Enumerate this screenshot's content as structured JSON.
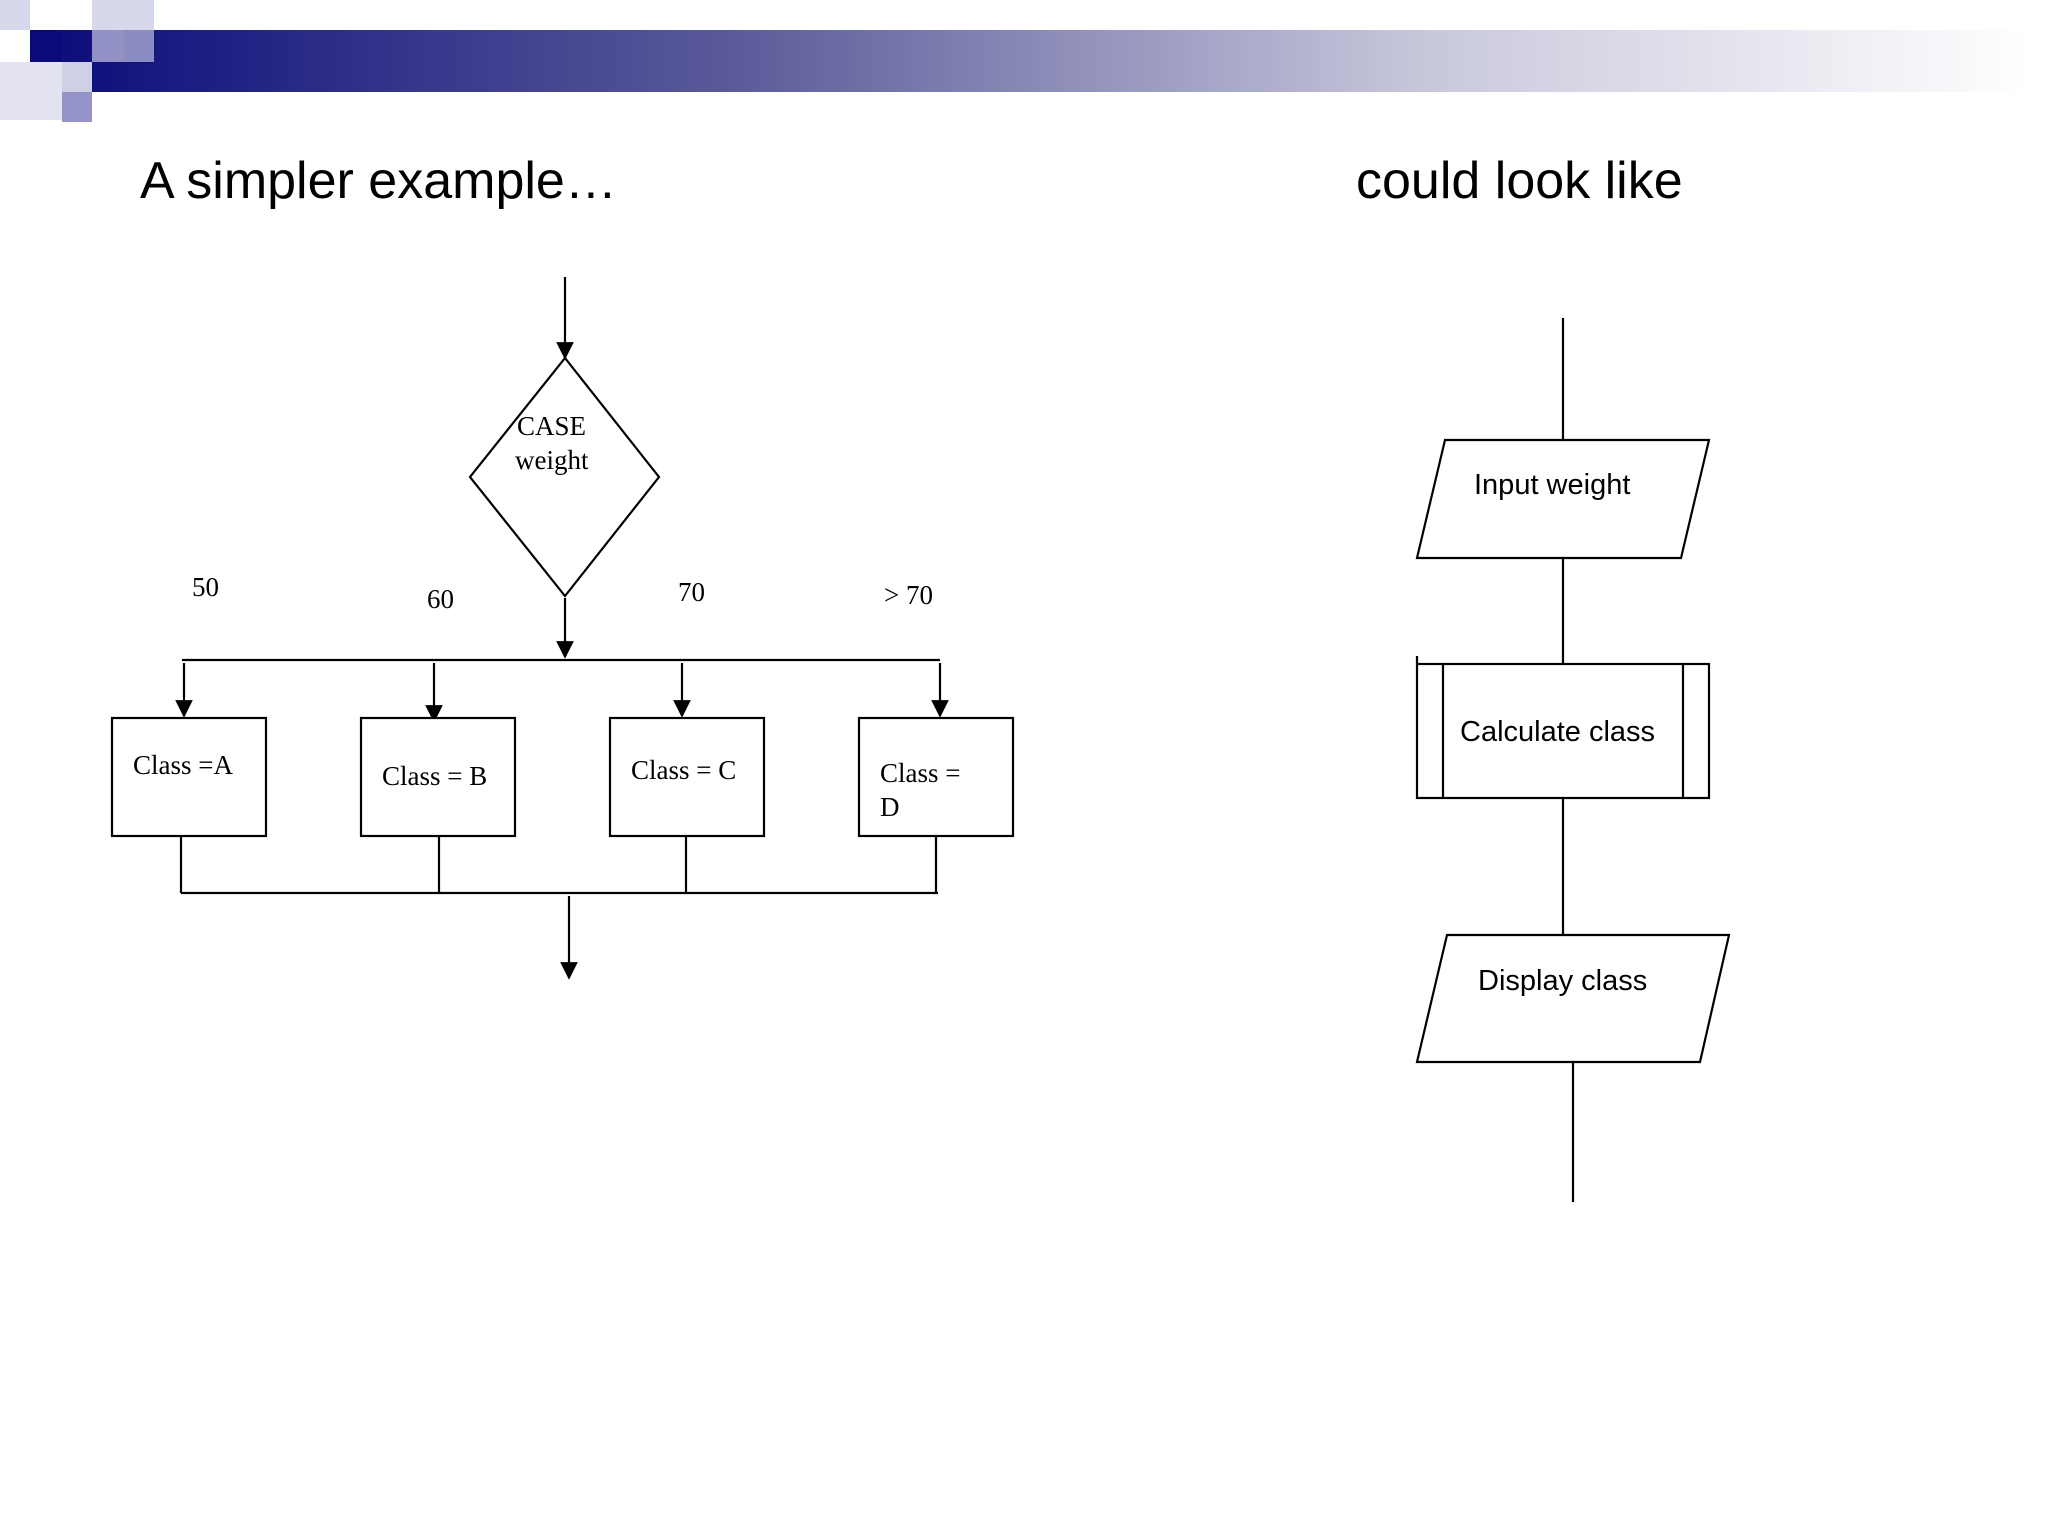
{
  "slide": {
    "title_left": "A simpler example…",
    "title_right": "could look like"
  },
  "case_diagram": {
    "decision": {
      "line1": "CASE",
      "line2": "weight"
    },
    "branch_labels": [
      "50",
      "60",
      "70",
      "> 70"
    ],
    "outcomes": [
      {
        "line1": "Class =A",
        "line2": ""
      },
      {
        "line1": "Class = B",
        "line2": ""
      },
      {
        "line1": "Class = C",
        "line2": ""
      },
      {
        "line1": "Class =",
        "line2": "D"
      }
    ]
  },
  "flowchart": {
    "input_step": "Input weight",
    "process_step": "Calculate class",
    "output_step": "Display class"
  },
  "colors": {
    "header_dark": "#0a0a7a",
    "header_light": "#ffffff",
    "block_mid": "#5c5ca8",
    "block_pale": "#b8b8dc",
    "line": "#000000"
  }
}
